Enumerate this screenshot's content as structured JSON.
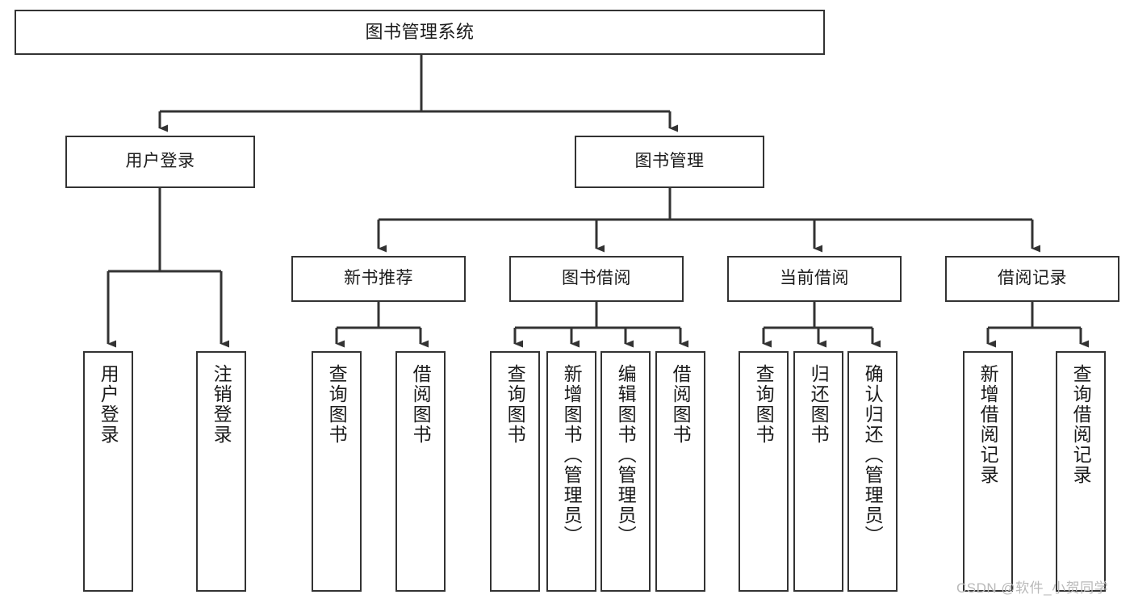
{
  "diagram": {
    "type": "tree",
    "title": "图书管理系统",
    "watermark": "CSDN @软件_小贺同学",
    "colors": {
      "background": "#ffffff",
      "node_border": "#333333",
      "node_fill": "#ffffff",
      "edge": "#333333",
      "text": "#1b1b1b",
      "watermark": "#b9b9b9"
    },
    "levels": {
      "root": {
        "label": "图书管理系统"
      },
      "level2": [
        {
          "id": "user-login",
          "label": "用户登录"
        },
        {
          "id": "book-manage",
          "label": "图书管理"
        }
      ],
      "level3": [
        {
          "id": "new-book-recommend",
          "label": "新书推荐",
          "parent": "book-manage"
        },
        {
          "id": "book-borrow",
          "label": "图书借阅",
          "parent": "book-manage"
        },
        {
          "id": "current-borrow",
          "label": "当前借阅",
          "parent": "book-manage"
        },
        {
          "id": "borrow-record",
          "label": "借阅记录",
          "parent": "book-manage"
        }
      ],
      "leaves": [
        {
          "id": "leaf-user-login",
          "label": "用户登录",
          "parent": "user-login"
        },
        {
          "id": "leaf-logout-login",
          "label": "注销登录",
          "parent": "user-login"
        },
        {
          "id": "leaf-query-book-1",
          "label": "查询图书",
          "parent": "new-book-recommend"
        },
        {
          "id": "leaf-borrow-book-1",
          "label": "借阅图书",
          "parent": "new-book-recommend"
        },
        {
          "id": "leaf-query-book-2",
          "label": "查询图书",
          "parent": "book-borrow"
        },
        {
          "id": "leaf-add-book",
          "label": "新增图书（管理员）",
          "parent": "book-borrow"
        },
        {
          "id": "leaf-edit-book",
          "label": "编辑图书（管理员）",
          "parent": "book-borrow"
        },
        {
          "id": "leaf-borrow-book-2",
          "label": "借阅图书",
          "parent": "book-borrow"
        },
        {
          "id": "leaf-query-book-3",
          "label": "查询图书",
          "parent": "current-borrow"
        },
        {
          "id": "leaf-return-book",
          "label": "归还图书",
          "parent": "current-borrow"
        },
        {
          "id": "leaf-confirm-return",
          "label": "确认归还（管理员）",
          "parent": "current-borrow"
        },
        {
          "id": "leaf-add-record",
          "label": "新增借阅记录",
          "parent": "borrow-record"
        },
        {
          "id": "leaf-query-record",
          "label": "查询借阅记录",
          "parent": "borrow-record"
        }
      ]
    }
  }
}
